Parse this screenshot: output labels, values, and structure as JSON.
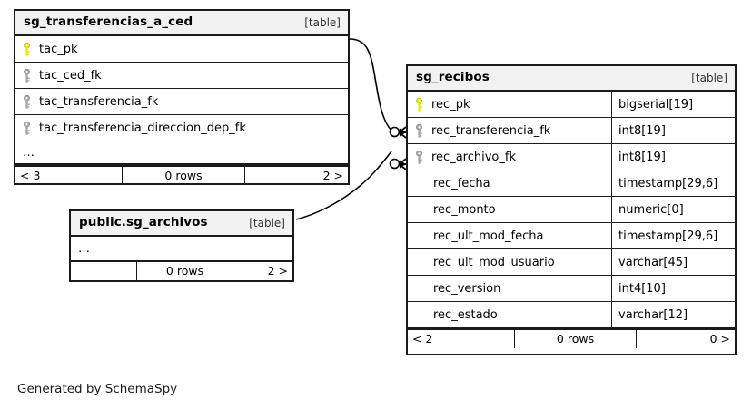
{
  "diagram": {
    "kind": "schemaspy-er-diagram",
    "credit": "Generated by SchemaSpy",
    "table_tag": "[table]",
    "ellipsis": "…",
    "colors": {
      "background": "#ffffff",
      "border": "#1a1a1a",
      "header_fill": "#f2f2f2",
      "primary_key_icon": "#e8e800",
      "foreign_key_icon": "#a6a6a6"
    }
  },
  "tables": [
    {
      "id": "sg_transferencias_a_ced",
      "title": "sg_transferencias_a_ced",
      "tag": "[table]",
      "columns": [
        {
          "name": "tac_pk",
          "key": "primary",
          "type": ""
        },
        {
          "name": "tac_ced_fk",
          "key": "foreign",
          "type": ""
        },
        {
          "name": "tac_transferencia_fk",
          "key": "foreign",
          "type": ""
        },
        {
          "name": "tac_transferencia_direccion_dep_fk",
          "key": "foreign",
          "type": ""
        }
      ],
      "has_ellipsis": true,
      "footer": {
        "left": "< 3",
        "middle": "0 rows",
        "right": "2 >"
      }
    },
    {
      "id": "public.sg_archivos",
      "title": "public.sg_archivos",
      "tag": "[table]",
      "columns": [],
      "has_ellipsis": true,
      "footer": {
        "left": "",
        "middle": "0 rows",
        "right": "2 >"
      }
    },
    {
      "id": "sg_recibos",
      "title": "sg_recibos",
      "tag": "[table]",
      "columns": [
        {
          "name": "rec_pk",
          "key": "primary",
          "type": "bigserial[19]"
        },
        {
          "name": "rec_transferencia_fk",
          "key": "foreign",
          "type": "int8[19]"
        },
        {
          "name": "rec_archivo_fk",
          "key": "foreign",
          "type": "int8[19]"
        },
        {
          "name": "rec_fecha",
          "key": "none",
          "type": "timestamp[29,6]"
        },
        {
          "name": "rec_monto",
          "key": "none",
          "type": "numeric[0]"
        },
        {
          "name": "rec_ult_mod_fecha",
          "key": "none",
          "type": "timestamp[29,6]"
        },
        {
          "name": "rec_ult_mod_usuario",
          "key": "none",
          "type": "varchar[45]"
        },
        {
          "name": "rec_version",
          "key": "none",
          "type": "int4[10]"
        },
        {
          "name": "rec_estado",
          "key": "none",
          "type": "varchar[12]"
        }
      ],
      "has_ellipsis": false,
      "footer": {
        "left": "< 2",
        "middle": "0 rows",
        "right": "0 >"
      }
    }
  ],
  "relationships": [
    {
      "id": "rel-transferencias-recibos",
      "from_table": "sg_transferencias_a_ced",
      "to_table": "sg_recibos",
      "to_column": "rec_transferencia_fk",
      "from_cardinality": "zero-or-one",
      "to_cardinality": "many"
    },
    {
      "id": "rel-archivos-recibos",
      "from_table": "public.sg_archivos",
      "to_table": "sg_recibos",
      "to_column": "rec_archivo_fk",
      "from_cardinality": "zero-or-one",
      "to_cardinality": "many"
    }
  ]
}
